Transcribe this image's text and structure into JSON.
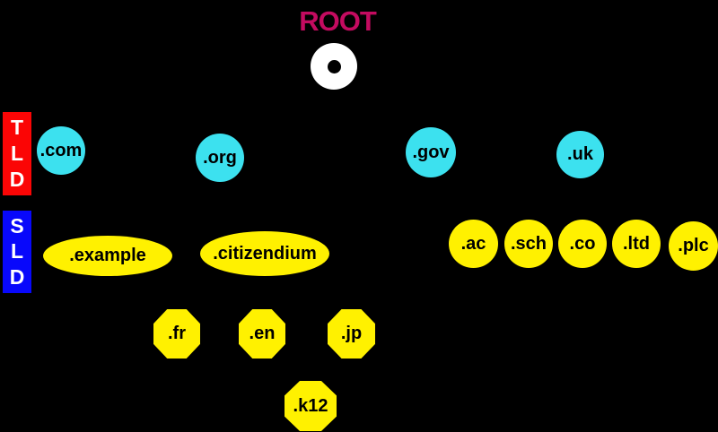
{
  "title": {
    "label": "ROOT",
    "color": "#C40B60"
  },
  "colors": {
    "background": "#000000",
    "tld_node": "#3CE1EF",
    "sld_node": "#FFF100",
    "root_node": "#FFFFFF",
    "tld_legend": "#FB0505",
    "sld_legend": "#0808FB",
    "legend_text": "#FFFFFF",
    "node_text": "#000000"
  },
  "legend": {
    "tld": {
      "letters": [
        "T",
        "L",
        "D"
      ],
      "color": "#FB0505"
    },
    "sld": {
      "letters": [
        "S",
        "L",
        "D"
      ],
      "color": "#0808FB"
    }
  },
  "nodes": {
    "root": {
      "name": "root",
      "shape": "circle",
      "color": "#FFFFFF"
    },
    "tld": [
      {
        "id": "com",
        "label": ".com",
        "shape": "circle",
        "color": "#3CE1EF"
      },
      {
        "id": "org",
        "label": ".org",
        "shape": "circle",
        "color": "#3CE1EF"
      },
      {
        "id": "gov",
        "label": ".gov",
        "shape": "circle",
        "color": "#3CE1EF"
      },
      {
        "id": "uk",
        "label": ".uk",
        "shape": "circle",
        "color": "#3CE1EF"
      }
    ],
    "sld": [
      {
        "id": "example",
        "label": ".example",
        "shape": "ellipse",
        "color": "#FFF100"
      },
      {
        "id": "citizendium",
        "label": ".citizendium",
        "shape": "ellipse",
        "color": "#FFF100"
      },
      {
        "id": "ac",
        "label": ".ac",
        "shape": "circle",
        "color": "#FFF100"
      },
      {
        "id": "sch",
        "label": ".sch",
        "shape": "circle",
        "color": "#FFF100"
      },
      {
        "id": "co",
        "label": ".co",
        "shape": "circle",
        "color": "#FFF100"
      },
      {
        "id": "ltd",
        "label": ".ltd",
        "shape": "circle",
        "color": "#FFF100"
      },
      {
        "id": "plc",
        "label": ".plc",
        "shape": "circle",
        "color": "#FFF100"
      }
    ],
    "third_level": [
      {
        "id": "fr",
        "label": ".fr",
        "shape": "octagon",
        "color": "#FFF100"
      },
      {
        "id": "en",
        "label": ".en",
        "shape": "octagon",
        "color": "#FFF100"
      },
      {
        "id": "jp",
        "label": ".jp",
        "shape": "octagon",
        "color": "#FFF100"
      }
    ],
    "fourth_level": [
      {
        "id": "k12",
        "label": ".k12",
        "shape": "octagon",
        "color": "#FFF100"
      }
    ]
  }
}
